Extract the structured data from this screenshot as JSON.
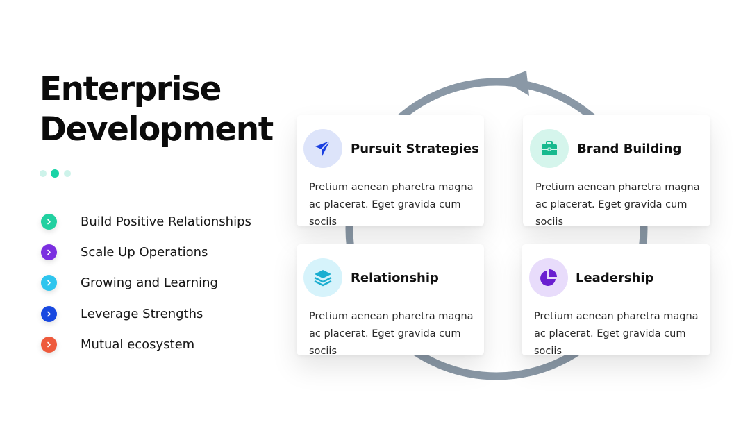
{
  "slide": {
    "title_line1": "Enterprise",
    "title_line2": "Development"
  },
  "bullets": [
    {
      "label": "Build Positive Relationships",
      "color": "#21d0a0",
      "icon": "chevron-right-icon"
    },
    {
      "label": "Scale Up Operations",
      "color": "#7b2fe0",
      "icon": "chevron-right-icon"
    },
    {
      "label": "Growing and Learning",
      "color": "#2ec5ee",
      "icon": "chevron-right-icon"
    },
    {
      "label": "Leverage Strengths",
      "color": "#1848e0",
      "icon": "chevron-right-icon"
    },
    {
      "label": "Mutual ecosystem",
      "color": "#ee5a3c",
      "icon": "chevron-right-icon"
    }
  ],
  "cards": [
    {
      "title": "Pursuit Strategies",
      "text": "Pretium aenean pharetra magna ac placerat. Eget gravida cum sociis",
      "icon": "paper-plane-icon",
      "icon_bg": "#dde4fa",
      "icon_color": "#1a3fe0"
    },
    {
      "title": "Brand Building",
      "text": "Pretium aenean pharetra magna ac placerat. Eget gravida cum sociis",
      "icon": "briefcase-icon",
      "icon_bg": "#d5f5ec",
      "icon_color": "#17b98e"
    },
    {
      "title": "Relationship",
      "text": "Pretium aenean pharetra magna ac placerat. Eget gravida cum sociis",
      "icon": "layers-icon",
      "icon_bg": "#d6f3fb",
      "icon_color": "#1aaed0"
    },
    {
      "title": "Leadership",
      "text": "Pretium aenean pharetra magna ac placerat. Eget gravida cum sociis",
      "icon": "pie-chart-icon",
      "icon_bg": "#e8dcfb",
      "icon_color": "#6a1fd0"
    }
  ],
  "colors": {
    "accent": "#19d3a6",
    "cycle_arrow": "#8a98a6"
  }
}
